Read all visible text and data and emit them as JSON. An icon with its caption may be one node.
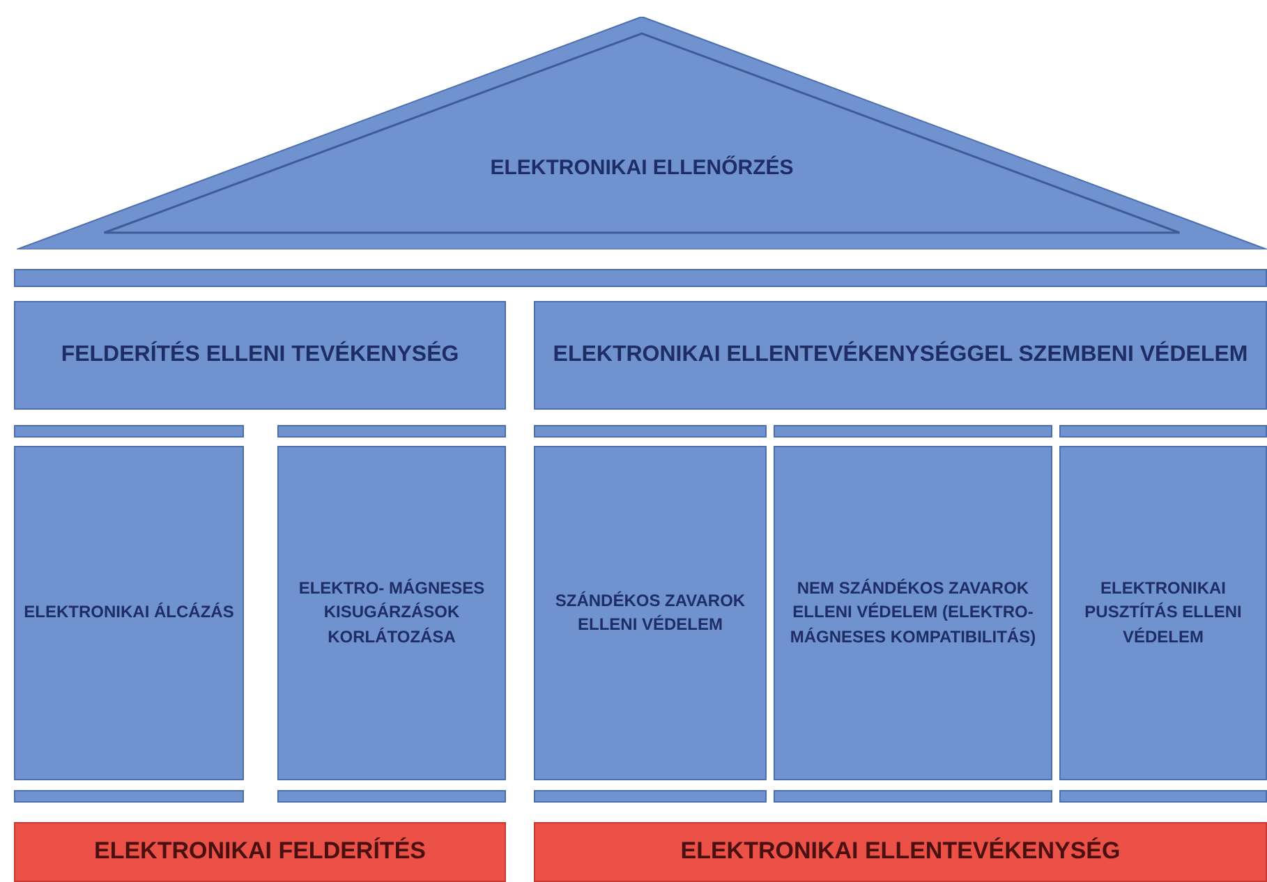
{
  "diagram": {
    "nodes": [
      {
        "text": [
          "ELEKTRONIKAI ELLENŐRZÉS"
        ]
      },
      {
        "text": [
          "FELDERÍTÉS ELLENI TEVÉKENYSÉG"
        ]
      },
      {
        "text": [
          "ELEKTRONIKAI ELLENTEVÉKENYSÉGGEL SZEMBENI VÉDELEM"
        ]
      },
      {
        "text": [
          "ELEKTRONIKAI ÁLCÁZÁS"
        ]
      },
      {
        "text": [
          "ELEKTRO- MÁGNESES KISUGÁRZÁSOK KORLÁTOZÁSA"
        ]
      },
      {
        "text": [
          "SZÁNDÉKOS ZAVAROK ELLENI VÉDELEM"
        ]
      },
      {
        "text": [
          "NEM SZÁNDÉKOS ZAVAROK ELLENI VÉDELEM (ELEKTRO- MÁGNESES KOMPATIBILITÁS)"
        ]
      },
      {
        "text": [
          "ELEKTRONIKAI PUSZTÍTÁS ELLENI VÉDELEM"
        ]
      },
      {
        "text": [
          "ELEKTRONIKAI FELDERÍTÉS"
        ]
      },
      {
        "text": [
          "ELEKTRONIKAI ELLENTEVÉKENYSÉG"
        ]
      }
    ]
  }
}
